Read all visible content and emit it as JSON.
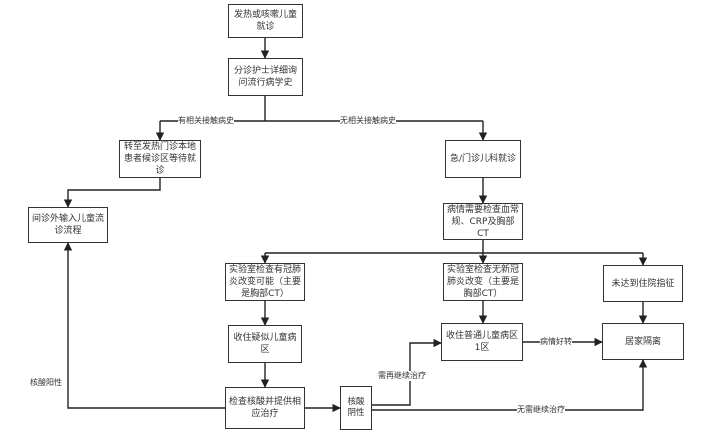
{
  "nodes": {
    "start": "发热或咳嗽儿童就诊",
    "triage": "分诊护士详细询问流行病学史",
    "fever_clinic": "转至发热门诊本地患者候诊区等待就诊",
    "epi_flow": "间诊外输入儿童流诊流程",
    "emergency": "急/门诊儿科就诊",
    "exam": "病情需要检查血常规、CRP及胸部CT",
    "lab_pneumonia": "实验室检查有冠肺炎改变可能（主要是胸部CT）",
    "lab_no_pneumonia": "实验室检查无新冠肺炎改变（主要是胸部CT）",
    "not_admission": "未达到住院指征",
    "suspect_ward": "收住疑似儿童病区",
    "general_ward": "收住普通儿童病区1区",
    "home": "居家隔离",
    "nucleic_test": "检查核酸并提供相应治疗",
    "result_negative": "核酸阴性"
  },
  "edge_labels": {
    "with_contact": "有相关接触病史",
    "without_contact": "无相关接触病史",
    "positive": "核酸阳性",
    "need_treatment": "需再继续治疗",
    "improved": "病情好转",
    "no_treatment": "无需继续治疗"
  }
}
